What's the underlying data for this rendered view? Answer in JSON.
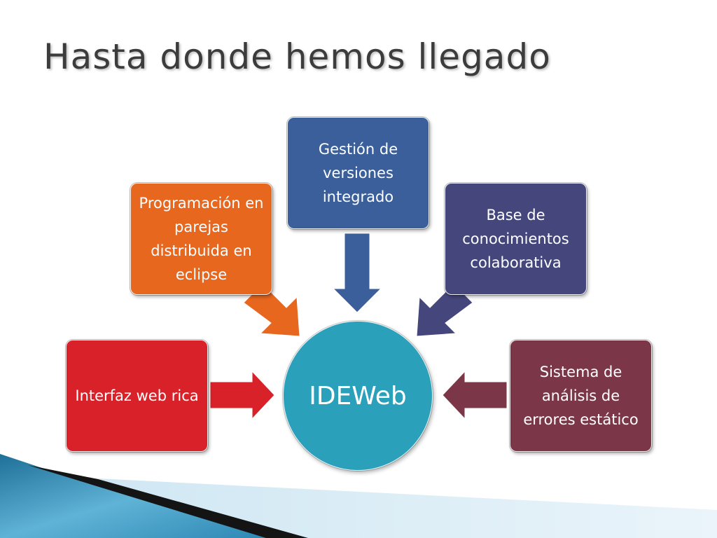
{
  "slide": {
    "title": "Hasta donde hemos llegado"
  },
  "diagram": {
    "center": {
      "label": "IDEWeb",
      "color": "#2aa0bb"
    },
    "nodes": [
      {
        "id": "gestion",
        "label": "Gestión de versiones integrado",
        "color": "#3a5f9a"
      },
      {
        "id": "programacion",
        "label": "Programación en parejas distribuida en eclipse",
        "color": "#e8671f"
      },
      {
        "id": "base",
        "label": "Base de conocimientos colaborativa",
        "color": "#45477c"
      },
      {
        "id": "interfaz",
        "label": "Interfaz web rica",
        "color": "#d92129"
      },
      {
        "id": "sistema",
        "label": "Sistema de análisis de errores estático",
        "color": "#7b3747"
      }
    ]
  }
}
